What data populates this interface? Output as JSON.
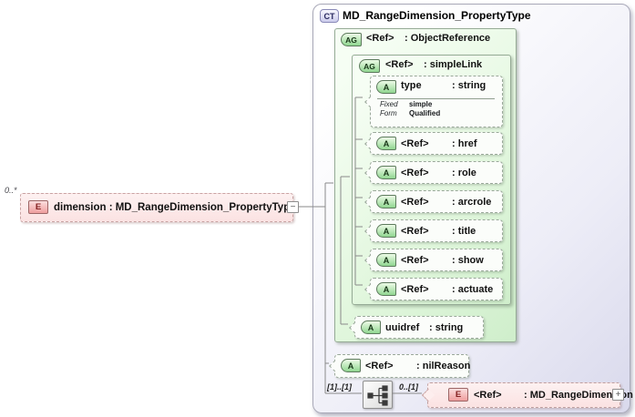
{
  "palette": {
    "element_pink": "#f5b5b5",
    "attribute_green": "#90d690",
    "complex_type_lavender": "#d9d9ec"
  },
  "source_element": {
    "cardinality": "0..*",
    "icon": "E",
    "label": "dimension : MD_RangeDimension_PropertyType",
    "collapse_glyph": "−"
  },
  "complex_type": {
    "icon": "CT",
    "title": "MD_RangeDimension_PropertyType",
    "object_reference": {
      "icon": "AG",
      "name": "<Ref>",
      "type": ": ObjectReference",
      "simple_link": {
        "icon": "AG",
        "name": "<Ref>",
        "type": ": simpleLink",
        "type_attribute": {
          "icon": "A",
          "name": "type",
          "type": ": string",
          "facets": [
            {
              "label": "Fixed",
              "value": "simple"
            },
            {
              "label": "Form",
              "value": "Qualified"
            }
          ]
        },
        "attributes": [
          {
            "icon": "A",
            "name": "<Ref>",
            "type": ": href"
          },
          {
            "icon": "A",
            "name": "<Ref>",
            "type": ": role"
          },
          {
            "icon": "A",
            "name": "<Ref>",
            "type": ": arcrole"
          },
          {
            "icon": "A",
            "name": "<Ref>",
            "type": ": title"
          },
          {
            "icon": "A",
            "name": "<Ref>",
            "type": ": show"
          },
          {
            "icon": "A",
            "name": "<Ref>",
            "type": ": actuate"
          }
        ]
      },
      "uuidref_attribute": {
        "icon": "A",
        "name": "uuidref",
        "type": ": string"
      }
    },
    "nil_reason_attribute": {
      "icon": "A",
      "name": "<Ref>",
      "type": ": nilReason"
    },
    "compositor": {
      "icon": "sequence",
      "occurs_left": "[1]..[1]",
      "occurs_right": "0..[1]"
    },
    "range_dimension_element": {
      "icon": "E",
      "name": "<Ref>",
      "type": ": MD_RangeDimension",
      "expand_glyph": "+"
    }
  }
}
